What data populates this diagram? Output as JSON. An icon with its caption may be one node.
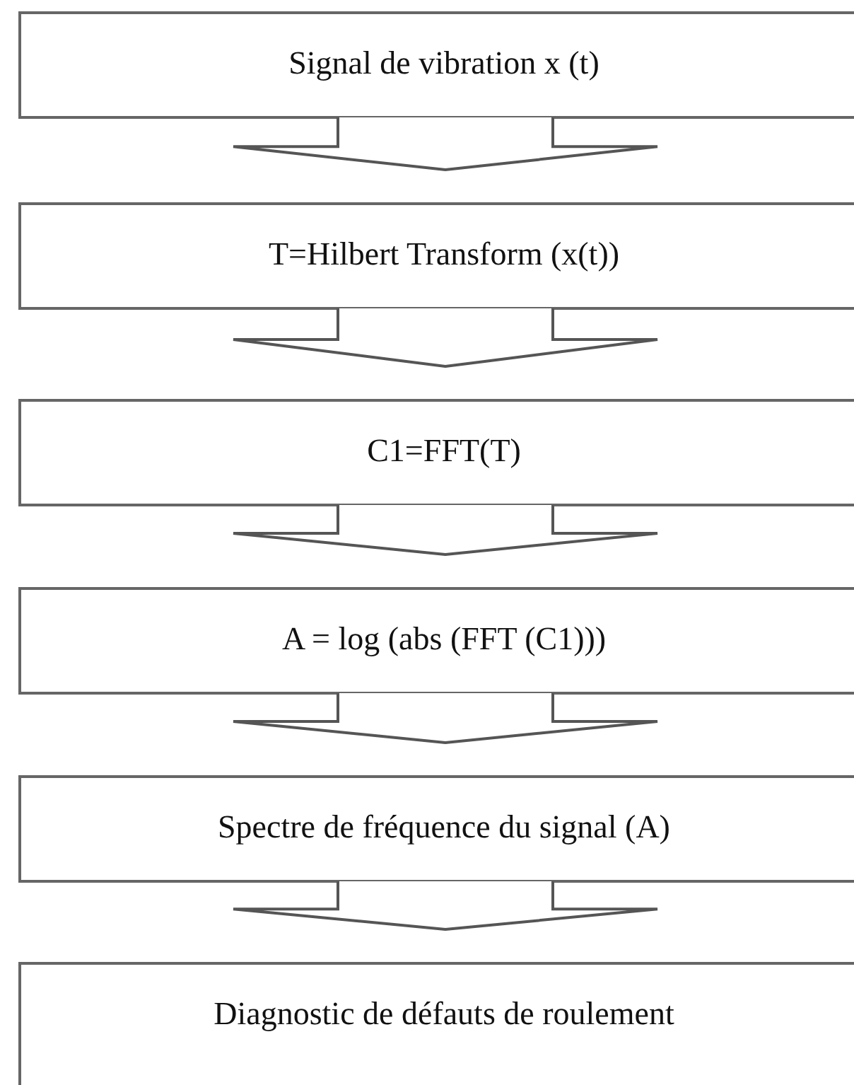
{
  "diagram": {
    "nodes": [
      {
        "text": [
          "Signal de vibration x (t)"
        ]
      },
      {
        "text": [
          "T=Hilbert Transform (x(t))"
        ]
      },
      {
        "text": [
          "C1=FFT(T)"
        ]
      },
      {
        "text": [
          "A = log (abs (FFT (C1)))"
        ]
      },
      {
        "text": [
          "Spectre de fréquence du signal (A)"
        ]
      },
      {
        "text": [
          "Diagnostic de défauts de roulement"
        ]
      }
    ],
    "edges": [
      {
        "from": 0,
        "to": 1,
        "arrow": "to"
      },
      {
        "from": 1,
        "to": 2,
        "arrow": "to"
      },
      {
        "from": 2,
        "to": 3,
        "arrow": "to"
      },
      {
        "from": 3,
        "to": 4,
        "arrow": "to"
      },
      {
        "from": 4,
        "to": 5,
        "arrow": "to"
      }
    ]
  }
}
